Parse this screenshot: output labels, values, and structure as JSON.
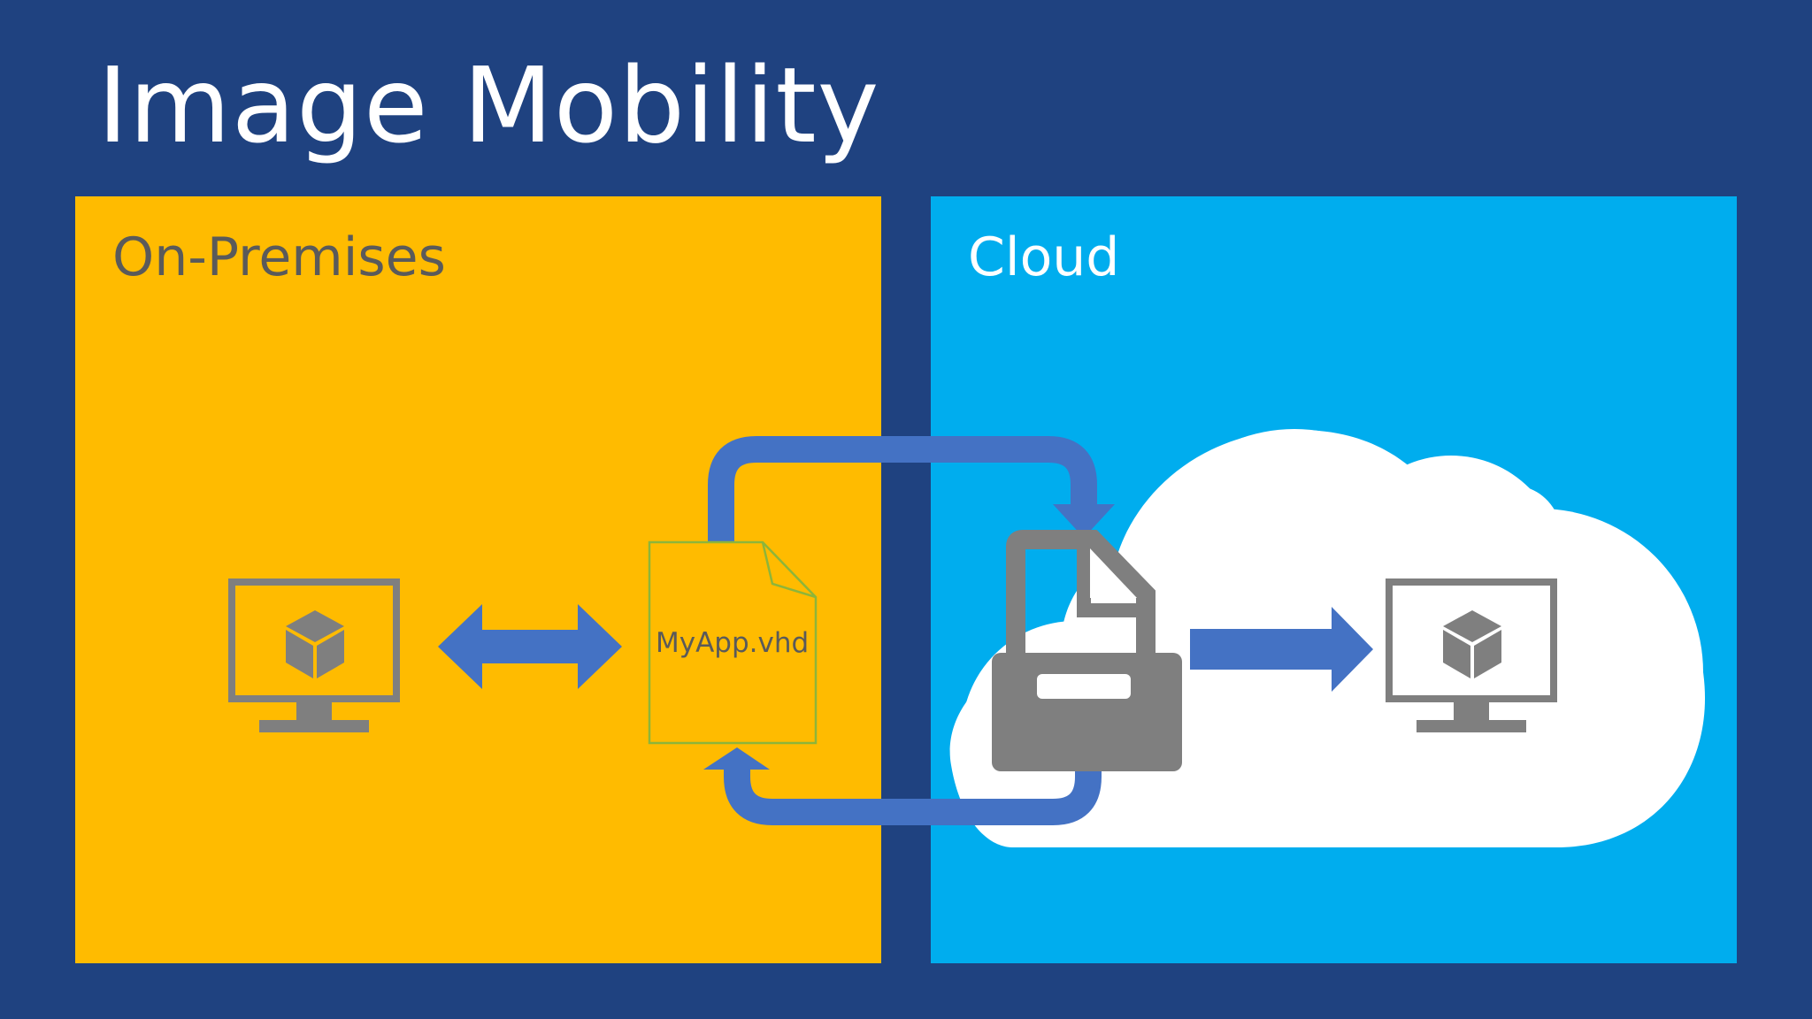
{
  "slide": {
    "title": "Image Mobility"
  },
  "panels": {
    "on_premises": {
      "label": "On-Premises"
    },
    "cloud": {
      "label": "Cloud"
    }
  },
  "file": {
    "name": "MyApp.vhd"
  },
  "colors": {
    "background": "#1f4280",
    "on_premises_panel": "#ffbb00",
    "cloud_panel": "#00adee",
    "arrow": "#4472c4",
    "icon_gray": "#7f7f7f",
    "file_outline": "#8db53a",
    "cloud_shape": "#ffffff"
  },
  "icons": {
    "on_premises_vm": "monitor-with-cube-icon",
    "cloud_vm": "monitor-with-cube-icon",
    "storage": "lock-with-document-icon",
    "file": "document-icon"
  }
}
